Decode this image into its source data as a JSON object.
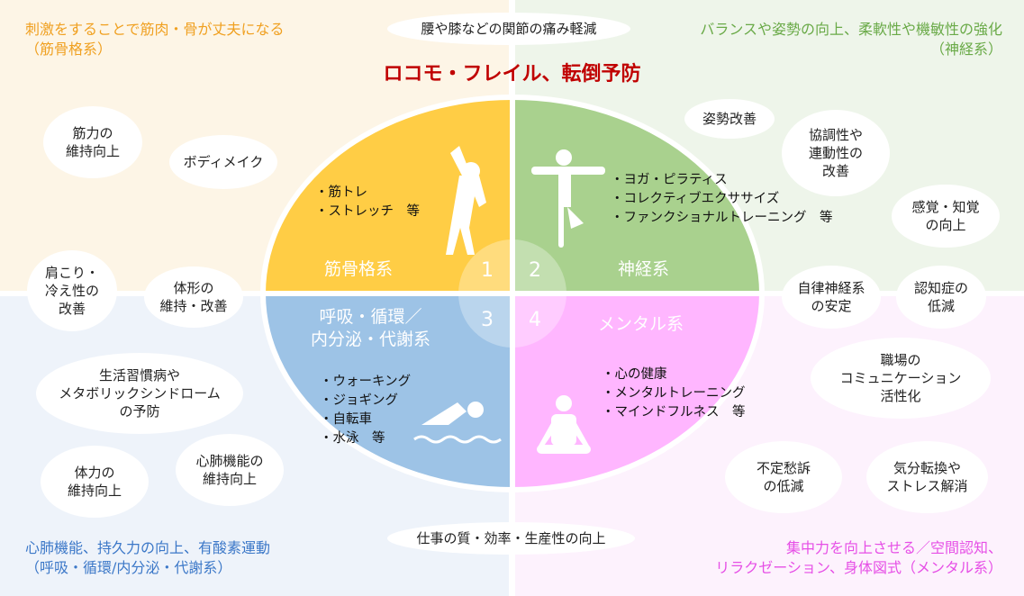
{
  "title": "ロコモ・フレイル、転倒予防",
  "top_center": "腰や膝などの関節の痛み軽減",
  "bottom_center": "仕事の質・効率・生産性の向上",
  "corners": {
    "tl": "刺激をすることで筋肉・骨が丈夫になる\n（筋骨格系）",
    "tr": "バランスや姿勢の向上、柔軟性や機敏性の強化\n（神経系）",
    "bl": "心肺機能、持久力の向上、有酸素運動\n（呼吸・循環/内分泌・代謝系）",
    "br": "集中力を向上させる／空間認知、\nリラクゼーション、身体図式（メンタル系）"
  },
  "colors": {
    "yellow": "#FFCD45",
    "green": "#A9D18E",
    "blue": "#9DC3E6",
    "pink": "#FFB6FF"
  },
  "sections": [
    {
      "name": "筋骨格系",
      "num": "1",
      "items": [
        "・筋トレ",
        "・ストレッチ　等"
      ],
      "icon": "stretching-person-icon"
    },
    {
      "name": "神経系",
      "num": "2",
      "items": [
        "・ヨガ・ピラティス",
        "・コレクティブエクササイズ",
        "・ファンクショナルトレーニング　等"
      ],
      "icon": "yoga-pose-icon"
    },
    {
      "name": "呼吸・循環／\n内分泌・代謝系",
      "num": "3",
      "items": [
        "・ウォーキング",
        "・ジョギング",
        "・自転車",
        "・水泳　等"
      ],
      "icon": "swimmer-icon"
    },
    {
      "name": "メンタル系",
      "num": "4",
      "items": [
        "・心の健康",
        "・メンタルトレーニング",
        "・マインドフルネス　等"
      ],
      "icon": "meditation-icon"
    }
  ],
  "bubbles": [
    "筋力の\n維持向上",
    "ボディメイク",
    "肩こり・\n冷え性の\n改善",
    "体形の\n維持・改善",
    "姿勢改善",
    "協調性や\n連動性の\n改善",
    "感覚・知覚\nの向上",
    "自律神経系\nの安定",
    "認知症の\n低減",
    "生活習慣病や\nメタボリックシンドローム\nの予防",
    "体力の\n維持向上",
    "心肺機能の\n維持向上",
    "職場の\nコミュニケーション\n活性化",
    "不定愁訴\nの低減",
    "気分転換や\nストレス解消"
  ]
}
